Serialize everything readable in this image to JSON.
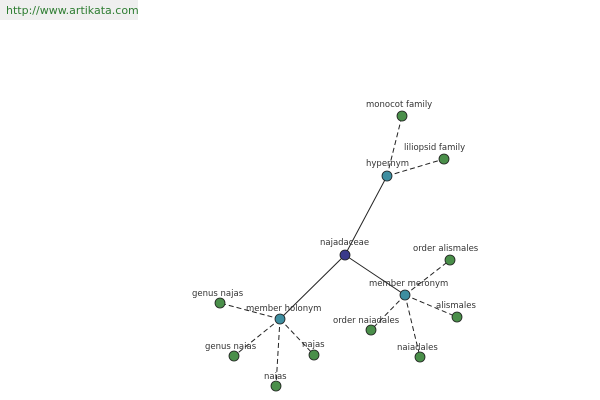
{
  "url_text": "http://www.artikata.com",
  "colors": {
    "leaf": "#4a8f4a",
    "relation": "#3e8ea0",
    "root": "#3a3a8a",
    "edge": "#222222",
    "url_text": "#2e7d32"
  },
  "graph": {
    "root": {
      "id": "najadaceae",
      "label": "najadaceae"
    },
    "relations": [
      {
        "id": "hypernym",
        "label": "hypernym",
        "children": [
          {
            "id": "monocot-family",
            "label": "monocot family"
          },
          {
            "id": "liliopsid-family",
            "label": "liliopsid family"
          }
        ]
      },
      {
        "id": "member-meronym",
        "label": "member meronym",
        "children": [
          {
            "id": "order-alismales",
            "label": "order alismales"
          },
          {
            "id": "alismales",
            "label": "alismales"
          },
          {
            "id": "order-naiadales",
            "label": "order naiadales"
          },
          {
            "id": "naiadales",
            "label": "naiadales"
          }
        ]
      },
      {
        "id": "member-holonym",
        "label": "member holonym",
        "children": [
          {
            "id": "genus-najas-1",
            "label": "genus najas"
          },
          {
            "id": "genus-naias",
            "label": "genus naias"
          },
          {
            "id": "najas-1",
            "label": "najas"
          },
          {
            "id": "naias",
            "label": "naias"
          }
        ]
      }
    ]
  }
}
